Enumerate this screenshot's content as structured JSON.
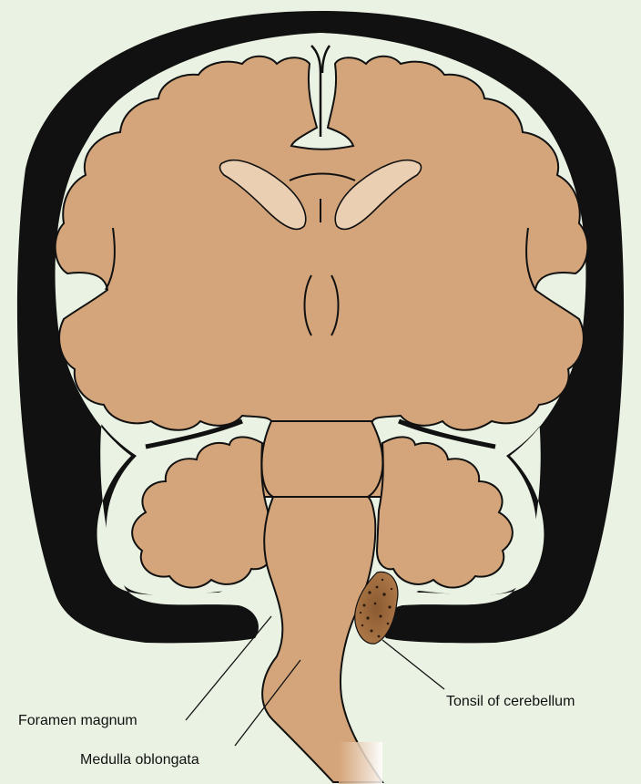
{
  "diagram": {
    "labels": {
      "foramen_magnum": "Foramen magnum",
      "medulla_oblongata": "Medulla oblongata",
      "tonsil_of_cerebellum": "Tonsil of cerebellum"
    },
    "colors": {
      "background": "#eaf3e3",
      "skull": "#111111",
      "brain_tissue": "#d4a57a",
      "ventricles": "#ebcfb2",
      "outline": "#111111",
      "herniated_tonsil": "#b07a4a"
    }
  }
}
